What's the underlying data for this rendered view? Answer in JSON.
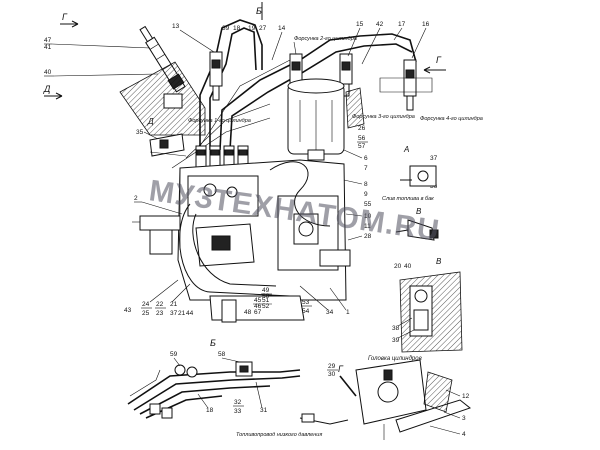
{
  "view_labels": {
    "top_b": "Б",
    "g_left": "Г",
    "g_right": "Г",
    "d_left": "Д",
    "d_detail": "Д",
    "a_detail": "А",
    "v_marker": "В",
    "v_detail": "В",
    "b_bottom": "Б",
    "g_bottom": "Г"
  },
  "annotations": {
    "injector_2": "Форсунка 2-го цилиндра",
    "injector_1": "Форсунка 1-го цилиндра",
    "injector_3": "Форсунка 3-го цилиндра",
    "injector_4": "Форсунка 4-го цилиндра",
    "drain_note": "Слив топлива в бак",
    "cylinder_head": "Головка цилиндров",
    "fuel_line_low": "Топливопровод низкого давления"
  },
  "watermark": "МУЗТЕХНАТОМ.RU",
  "callouts": {
    "c13": "13",
    "c39": "39",
    "c18": "18",
    "c19": "19",
    "c27": "27",
    "c14": "14",
    "c15": "15",
    "c42": "42",
    "c17": "17",
    "c16": "16",
    "c47": "47",
    "c41": "41",
    "c40": "40",
    "c35": "35",
    "c2": "2",
    "c26": "26",
    "c56": "56",
    "c57": "57",
    "c6": "6",
    "c7": "7",
    "c8": "8",
    "c9": "9",
    "c55": "55",
    "c10": "10",
    "c11": "11",
    "c28": "28",
    "c37": "37",
    "c36": "36",
    "c20": "20",
    "c40b": "40",
    "c38": "38",
    "c39b": "39",
    "c43": "43",
    "c24": "24",
    "c22": "22",
    "c21": "21",
    "c25": "25",
    "c23": "23",
    "c37b": "37",
    "c21b": "21",
    "c44": "44",
    "c49": "49",
    "c50": "50",
    "c45": "45",
    "c51": "51",
    "c46": "46",
    "c52": "52",
    "c48": "48",
    "c67": "67",
    "c53": "53",
    "c54": "54",
    "c34": "34",
    "c1": "1",
    "c59": "59",
    "c58": "58",
    "c32": "32",
    "c33": "33",
    "c31": "31",
    "c18b": "18",
    "c29": "29",
    "c30": "30",
    "c12": "12",
    "c3": "3",
    "c4": "4"
  }
}
